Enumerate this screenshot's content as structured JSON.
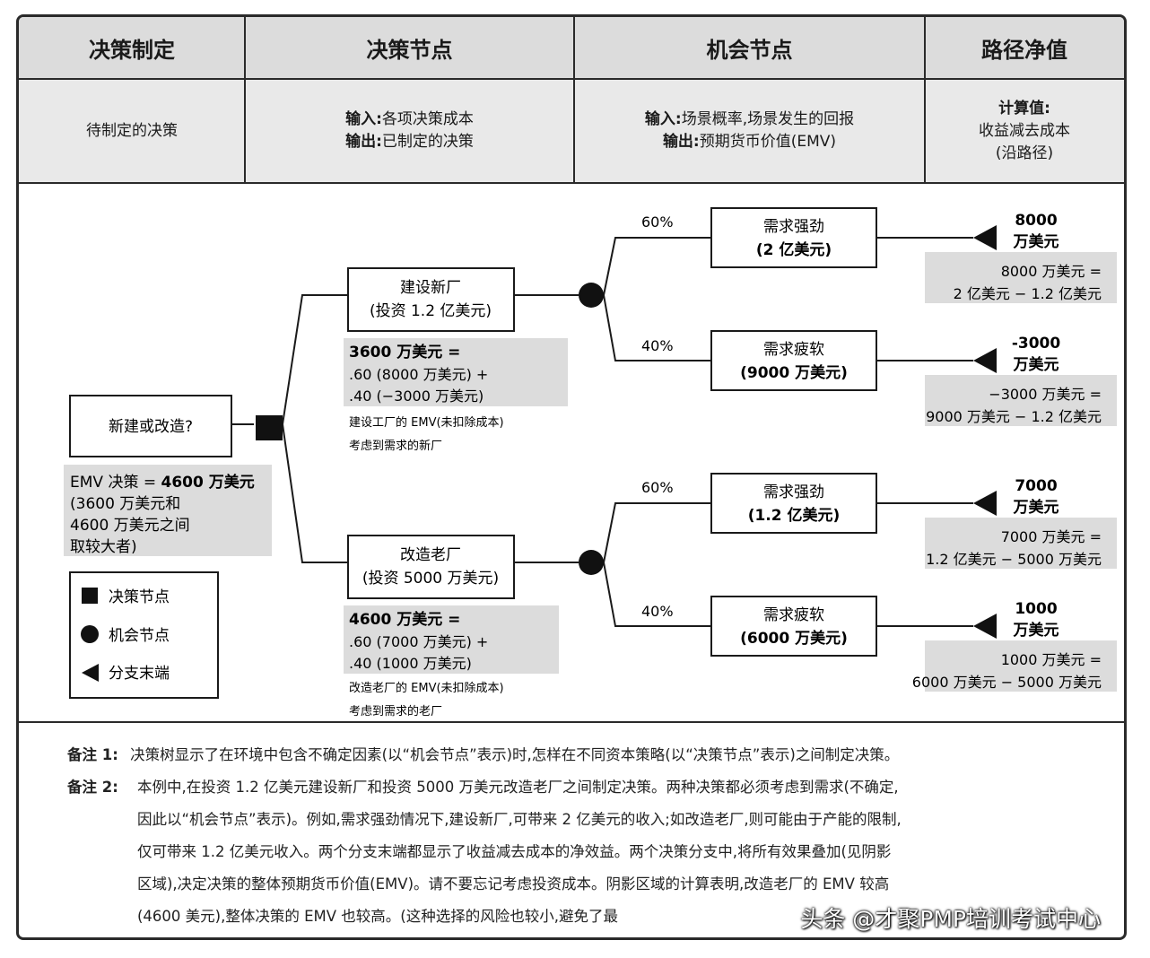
{
  "header": {
    "col1": "决策制定",
    "col2": "决策节点",
    "col3": "机会节点",
    "col4": "路径净值"
  },
  "descriptions": {
    "col1": "待制定的决策",
    "col2_line1_label": "输入:",
    "col2_line1_text": "各项决策成本",
    "col2_line2_label": "输出:",
    "col2_line2_text": "已制定的决策",
    "col3_line1_label": "输入:",
    "col3_line1_text": "场景概率,场景发生的回报",
    "col3_line2_label": "输出:",
    "col3_line2_text": "预期货币价值(EMV)",
    "col4_line1": "计算值:",
    "col4_line2": "收益减去成本",
    "col4_line3": "(沿路径)"
  },
  "tree": {
    "root": "新建或改造?",
    "emv_decision": {
      "line1_prefix": "EMV 决策 = ",
      "line1_bold": "4600 万美元",
      "line2": "(3600 万美元和",
      "line3": "4600 万美元之间",
      "line4": "取较大者)"
    },
    "build": {
      "line1": "建设新厂",
      "line2": "(投资 1.2 亿美元)",
      "calc1": "3600 万美元 =",
      "calc2": ".60 (8000 万美元) +",
      "calc3": ".40 (−3000 万美元)",
      "note1": "建设工厂的 EMV(未扣除成本)",
      "note2": "考虑到需求的新厂"
    },
    "upgrade": {
      "line1": "改造老厂",
      "line2": "(投资 5000 万美元)",
      "calc1": "4600 万美元 =",
      "calc2": ".60 (7000 万美元) +",
      "calc3": ".40 (1000 万美元)",
      "note1": "改造老厂的 EMV(未扣除成本)",
      "note2": "考虑到需求的老厂"
    },
    "outcomes": [
      {
        "prob": "60%",
        "label1": "需求强劲",
        "label2": "(2 亿美元)",
        "value1": "8000",
        "value2": "万美元",
        "calc1": "8000 万美元 =",
        "calc2": "2 亿美元 − 1.2 亿美元"
      },
      {
        "prob": "40%",
        "label1": "需求疲软",
        "label2": "(9000 万美元)",
        "value1": "-3000",
        "value2": "万美元",
        "calc1": "−3000 万美元 =",
        "calc2": "9000 万美元 − 1.2 亿美元"
      },
      {
        "prob": "60%",
        "label1": "需求强劲",
        "label2": "(1.2 亿美元)",
        "value1": "7000",
        "value2": "万美元",
        "calc1": "7000 万美元 =",
        "calc2": "1.2 亿美元 − 5000 万美元"
      },
      {
        "prob": "40%",
        "label1": "需求疲软",
        "label2": "(6000 万美元)",
        "value1": "1000",
        "value2": "万美元",
        "calc1": "1000 万美元 =",
        "calc2": "6000 万美元 − 5000 万美元"
      }
    ]
  },
  "legend": {
    "decision": "决策节点",
    "chance": "机会节点",
    "end": "分支末端"
  },
  "notes": {
    "n1_label": "备注 1:",
    "n1_text": "决策树显示了在环境中包含不确定因素(以“机会节点”表示)时,怎样在不同资本策略(以“决策节点”表示)之间制定决策。",
    "n2_label": "备注 2:",
    "n2_line1": "本例中,在投资 1.2 亿美元建设新厂和投资 5000 万美元改造老厂之间制定决策。两种决策都必须考虑到需求(不确定,",
    "n2_line2": "因此以“机会节点”表示)。例如,需求强劲情况下,建设新厂,可带来 2 亿美元的收入;如改造老厂,则可能由于产能的限制,",
    "n2_line3": "仅可带来 1.2 亿美元收入。两个分支末端都显示了收益减去成本的净效益。两个决策分支中,将所有效果叠加(见阴影",
    "n2_line4": "区域),决定决策的整体预期货币价值(EMV)。请不要忘记考虑投资成本。阴影区域的计算表明,改造老厂的 EMV 较高",
    "n2_line5": "(4600 美元),整体决策的 EMV 也较高。(这种选择的风险也较小,避免了最"
  },
  "watermark": "头条 @才聚PMP培训考试中心"
}
